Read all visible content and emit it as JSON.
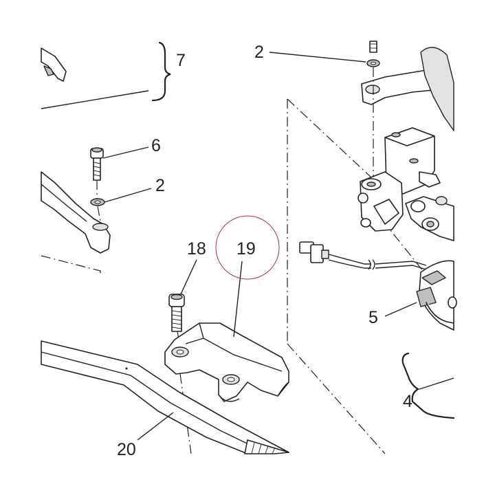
{
  "diagram": {
    "callouts": [
      {
        "id": "c7",
        "label": "7"
      },
      {
        "id": "c2a",
        "label": "2"
      },
      {
        "id": "c6",
        "label": "6"
      },
      {
        "id": "c2b",
        "label": "2"
      },
      {
        "id": "c18",
        "label": "18"
      },
      {
        "id": "c19",
        "label": "19",
        "highlighted": true
      },
      {
        "id": "c5",
        "label": "5"
      },
      {
        "id": "c4",
        "label": "4"
      },
      {
        "id": "c20",
        "label": "20"
      }
    ],
    "highlight_color": "#b03040",
    "line_color": "#222222"
  }
}
